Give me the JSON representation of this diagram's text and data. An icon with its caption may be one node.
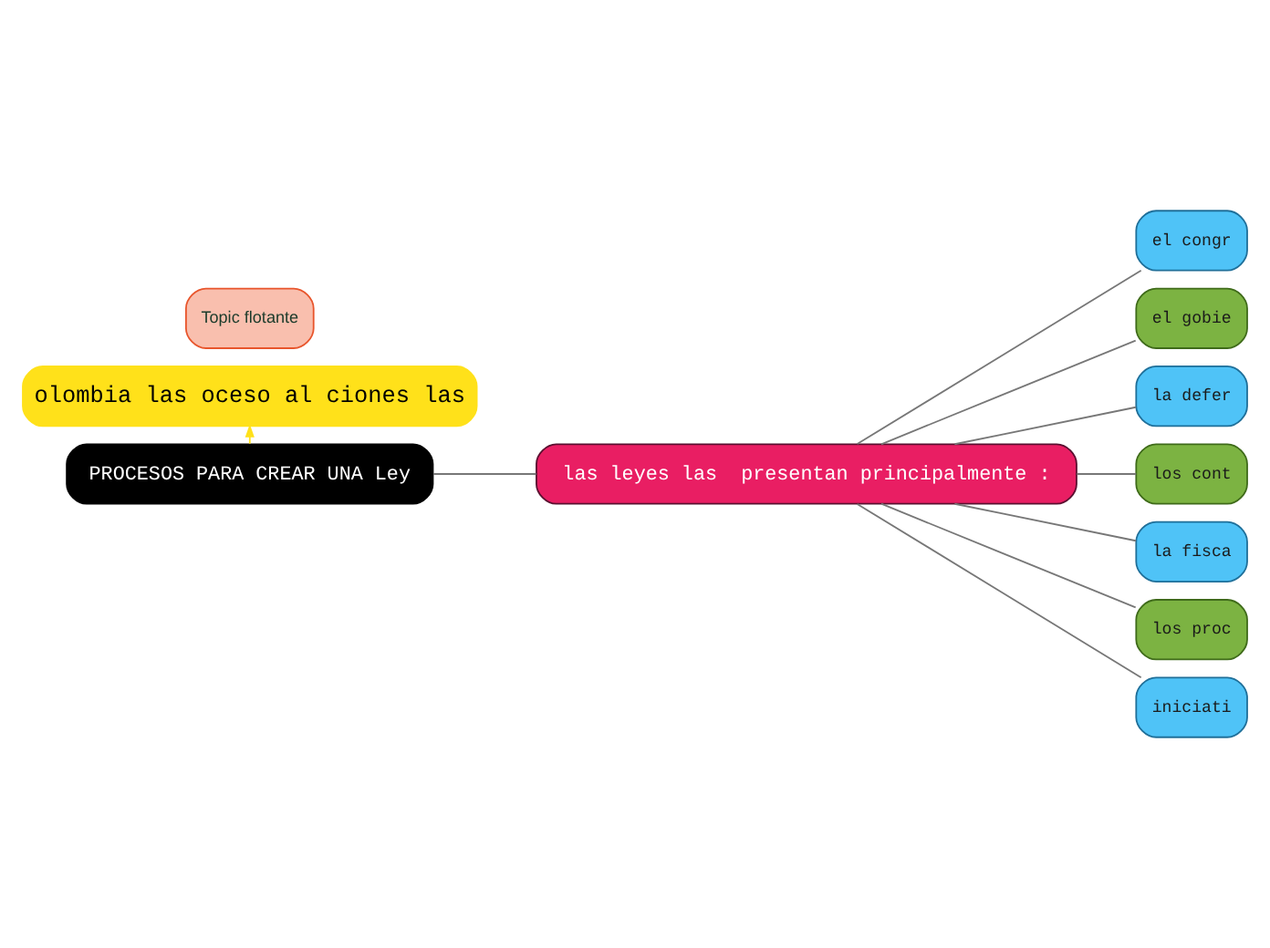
{
  "diagram": {
    "nodes": [
      {
        "text": [
          "olombia las oceso al ciones las"
        ]
      },
      {
        "text": [
          "PROCESOS PARA CREAR UNA Ley"
        ]
      },
      {
        "text": [
          "las leyes las  presentan principalmente :"
        ]
      },
      {
        "text": [
          "el congr"
        ]
      },
      {
        "text": [
          "el gobie"
        ]
      },
      {
        "text": [
          "la defer"
        ]
      },
      {
        "text": [
          "los cont"
        ]
      },
      {
        "text": [
          "la fisca"
        ]
      },
      {
        "text": [
          "los proc"
        ]
      },
      {
        "text": [
          "iniciati"
        ]
      },
      {
        "text": [
          "Topic flotante"
        ]
      }
    ],
    "edges": [
      {
        "from": 1,
        "to": 0,
        "arrow": "to",
        "color": "#ffe11a"
      },
      {
        "from": 1,
        "to": 2,
        "arrow": "none"
      },
      {
        "from": 2,
        "to": 3,
        "arrow": "none"
      },
      {
        "from": 2,
        "to": 4,
        "arrow": "none"
      },
      {
        "from": 2,
        "to": 5,
        "arrow": "none"
      },
      {
        "from": 2,
        "to": 6,
        "arrow": "none"
      },
      {
        "from": 2,
        "to": 7,
        "arrow": "none"
      },
      {
        "from": 2,
        "to": 8,
        "arrow": "none"
      },
      {
        "from": 2,
        "to": 9,
        "arrow": "none"
      }
    ]
  }
}
